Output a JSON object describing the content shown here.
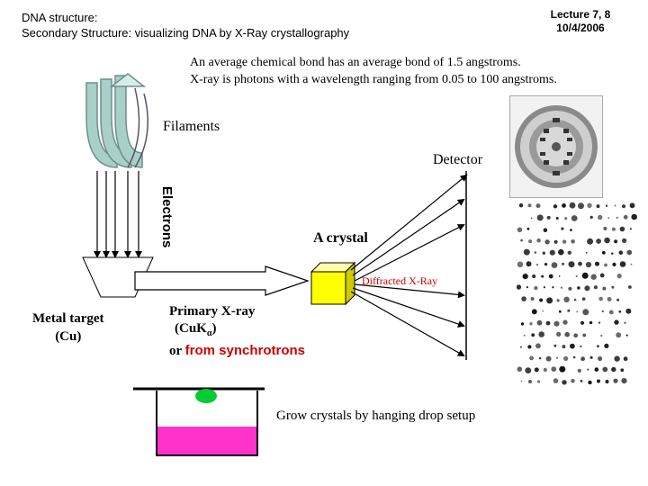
{
  "header": {
    "title_line1": "DNA structure:",
    "title_line2": "Secondary  Structure: visualizing DNA by X-Ray crystallography",
    "lecture": "Lecture 7, 8",
    "date": "10/4/2006"
  },
  "intro": {
    "line1": "An average chemical bond has an average bond of 1.5 angstroms.",
    "line2": "X-ray is photons with a wavelength ranging from 0.05 to 100 angstroms."
  },
  "diagram": {
    "filaments": "Filaments",
    "detector": "Detector",
    "electrons": "Electrons",
    "crystal": "A crystal",
    "diffracted": "Diffracted X-Ray",
    "metal_target_line1": "Metal target",
    "metal_target_line2": "(Cu)",
    "primary_line1": "Primary X-ray",
    "primary_line2_prefix": "(CuK",
    "primary_line2_sub": "α",
    "primary_line2_suffix": ")",
    "primary_line3_prefix": "or ",
    "primary_line3_red": "from synchrotrons",
    "grow": "Grow  crystals by hanging drop setup"
  },
  "colors": {
    "accent_red": "#cc0000",
    "crystal_yellow": "#ffff00",
    "well_liquid": "#ff33cc",
    "drop_green": "#00cc33",
    "filament_teal": "#a8cfc8"
  }
}
